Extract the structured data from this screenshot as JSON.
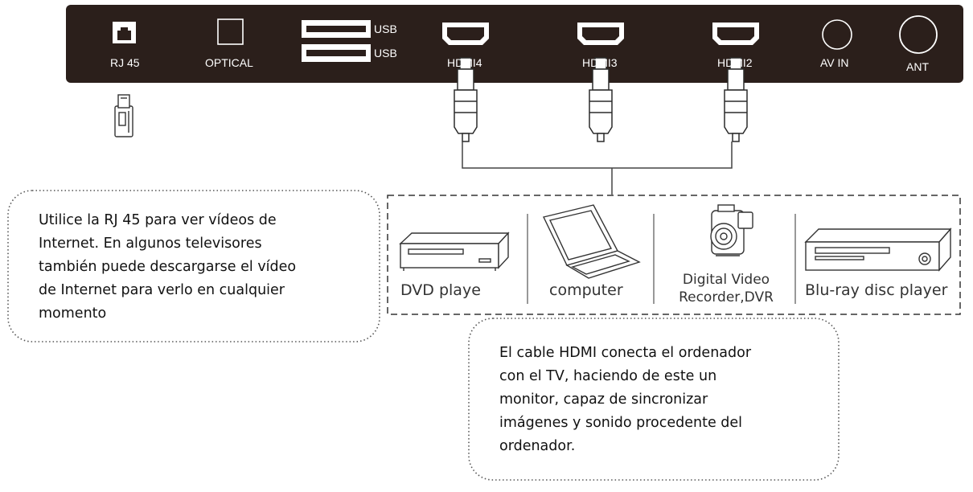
{
  "panel": {
    "ports": [
      {
        "label": "RJ 45",
        "icon": "rj45-port-icon"
      },
      {
        "label": "OPTICAL",
        "icon": "optical-port-icon"
      },
      {
        "label": "USB",
        "icon": "usb-port-icon"
      },
      {
        "label": "USB",
        "icon": "usb-port-icon"
      },
      {
        "label": "HDMI4",
        "icon": "hdmi-port-icon"
      },
      {
        "label": "HDMI3",
        "icon": "hdmi-port-icon"
      },
      {
        "label": "HDMI2",
        "icon": "hdmi-port-icon"
      },
      {
        "label": "AV IN",
        "icon": "av-in-port-icon"
      },
      {
        "label": "ANT",
        "icon": "antenna-port-icon"
      }
    ],
    "color": "#2b1f1b"
  },
  "devices": [
    {
      "label": "DVD playe",
      "icon": "dvd-player-icon"
    },
    {
      "label": "computer",
      "icon": "laptop-icon"
    },
    {
      "label_line1": "Digital Video",
      "label_line2": "Recorder,DVR",
      "icon": "camcorder-icon"
    },
    {
      "label": "Blu-ray disc player",
      "icon": "bluray-player-icon"
    }
  ],
  "notes": {
    "rj45": [
      "Utilice la RJ 45 para ver vídeos de",
      "Internet. En algunos televisores",
      "también puede descargarse el vídeo",
      "de Internet para verlo en cualquier",
      "momento"
    ],
    "hdmi": [
      "El cable HDMI conecta el ordenador",
      "con el TV, haciendo de este un",
      "monitor, capaz de sincronizar",
      "imágenes y sonido procedente del",
      "ordenador."
    ]
  },
  "colors": {
    "panel": "#2b1f1b",
    "line": "#444444",
    "text": "#111111"
  }
}
